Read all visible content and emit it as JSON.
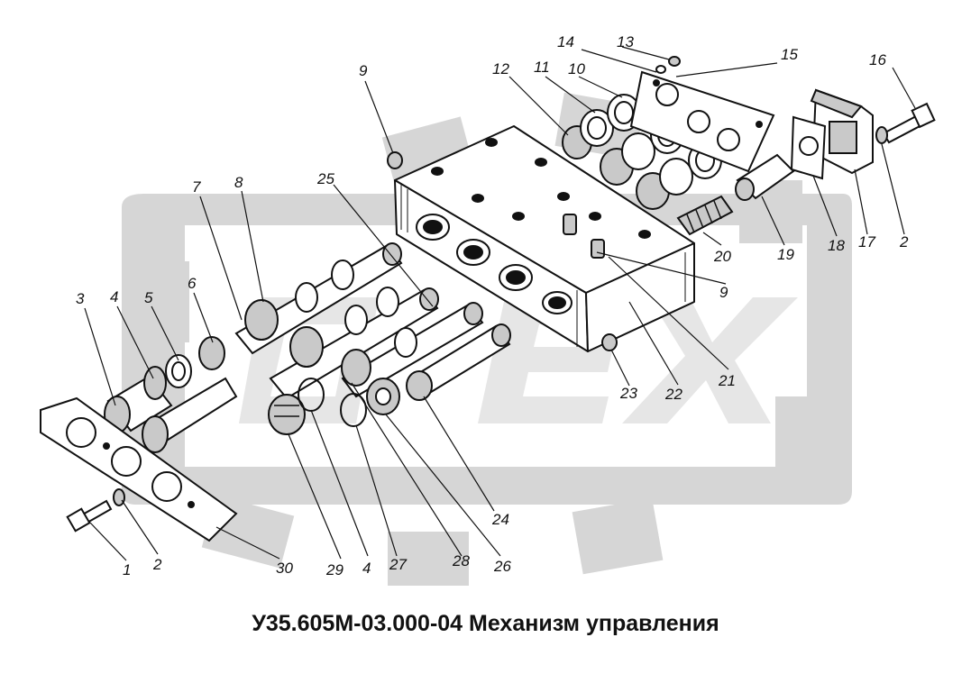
{
  "caption": "У35.605М-03.000-04 Механизм управления",
  "colors": {
    "ink": "#111111",
    "watermark": "#d6d6d6",
    "part_fill": "#ffffff",
    "part_shade": "#c9c9c9"
  },
  "watermark": {
    "letters": [
      "O",
      "E",
      "X"
    ],
    "icon": "gear-logo-watermark"
  },
  "callouts": [
    "1",
    "2",
    "3",
    "4",
    "5",
    "6",
    "7",
    "8",
    "9",
    "10",
    "11",
    "12",
    "13",
    "14",
    "15",
    "16",
    "17",
    "18",
    "19",
    "20",
    "21",
    "22",
    "23",
    "24",
    "25",
    "26",
    "27",
    "28",
    "29",
    "30"
  ],
  "callouts_repeated": {
    "two_right": "2",
    "four_lower": "4",
    "nine_right": "9"
  }
}
